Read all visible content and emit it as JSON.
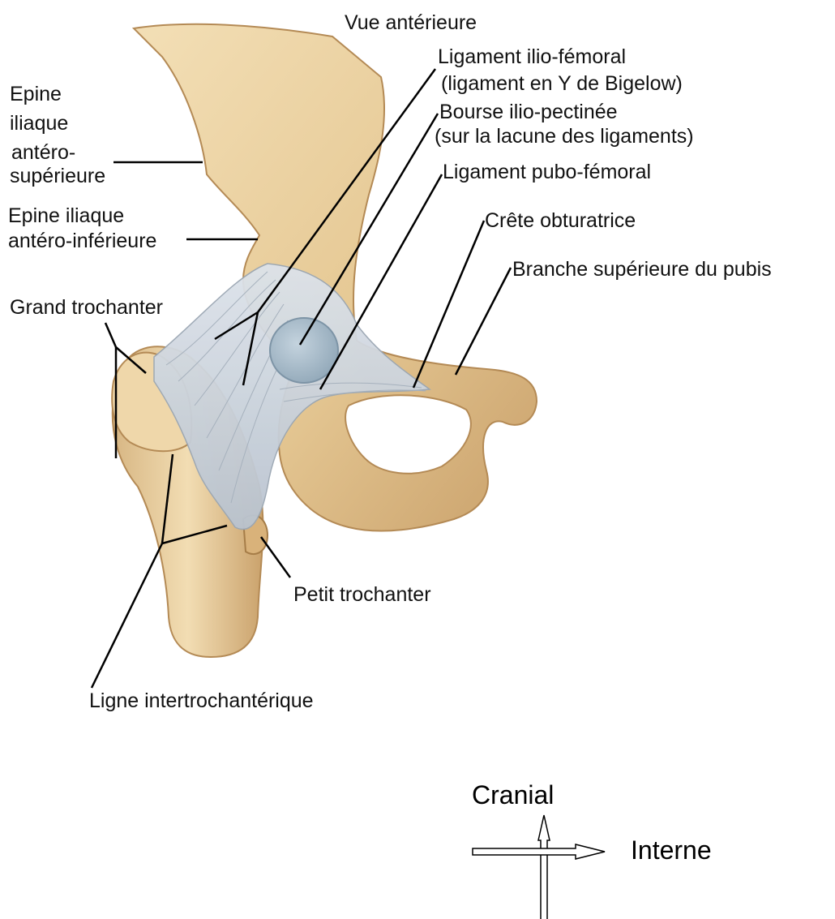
{
  "view_title": "Vue antérieure",
  "labels": {
    "ligament_iliofemoral_1": "Ligament ilio-fémoral",
    "ligament_iliofemoral_2": "(ligament en Y de Bigelow)",
    "bourse_1": "Bourse ilio-pectinée",
    "bourse_2": "(sur la lacune des ligaments)",
    "ligament_pubofemoral": "Ligament pubo-fémoral",
    "crete_obturatrice": "Crête obturatrice",
    "branche_pubis": "Branche supérieure du pubis",
    "epine_sup_1": "Epine",
    "epine_sup_2": "iliaque",
    "epine_sup_3": "antéro-",
    "epine_sup_4": "supérieure",
    "epine_inf_1": "Epine iliaque",
    "epine_inf_2": "antéro-inférieure",
    "grand_trochanter": "Grand trochanter",
    "petit_trochanter": "Petit trochanter",
    "ligne_intertrochanterique": "Ligne intertrochantérique"
  },
  "orientation": {
    "cranial": "Cranial",
    "interne": "Interne"
  },
  "colors": {
    "bone": "#e8cfa0",
    "bone_shadow": "#b98e58",
    "ligament": "#c9d2dd",
    "bursa": "#a9bccb",
    "leader": "#000000"
  }
}
